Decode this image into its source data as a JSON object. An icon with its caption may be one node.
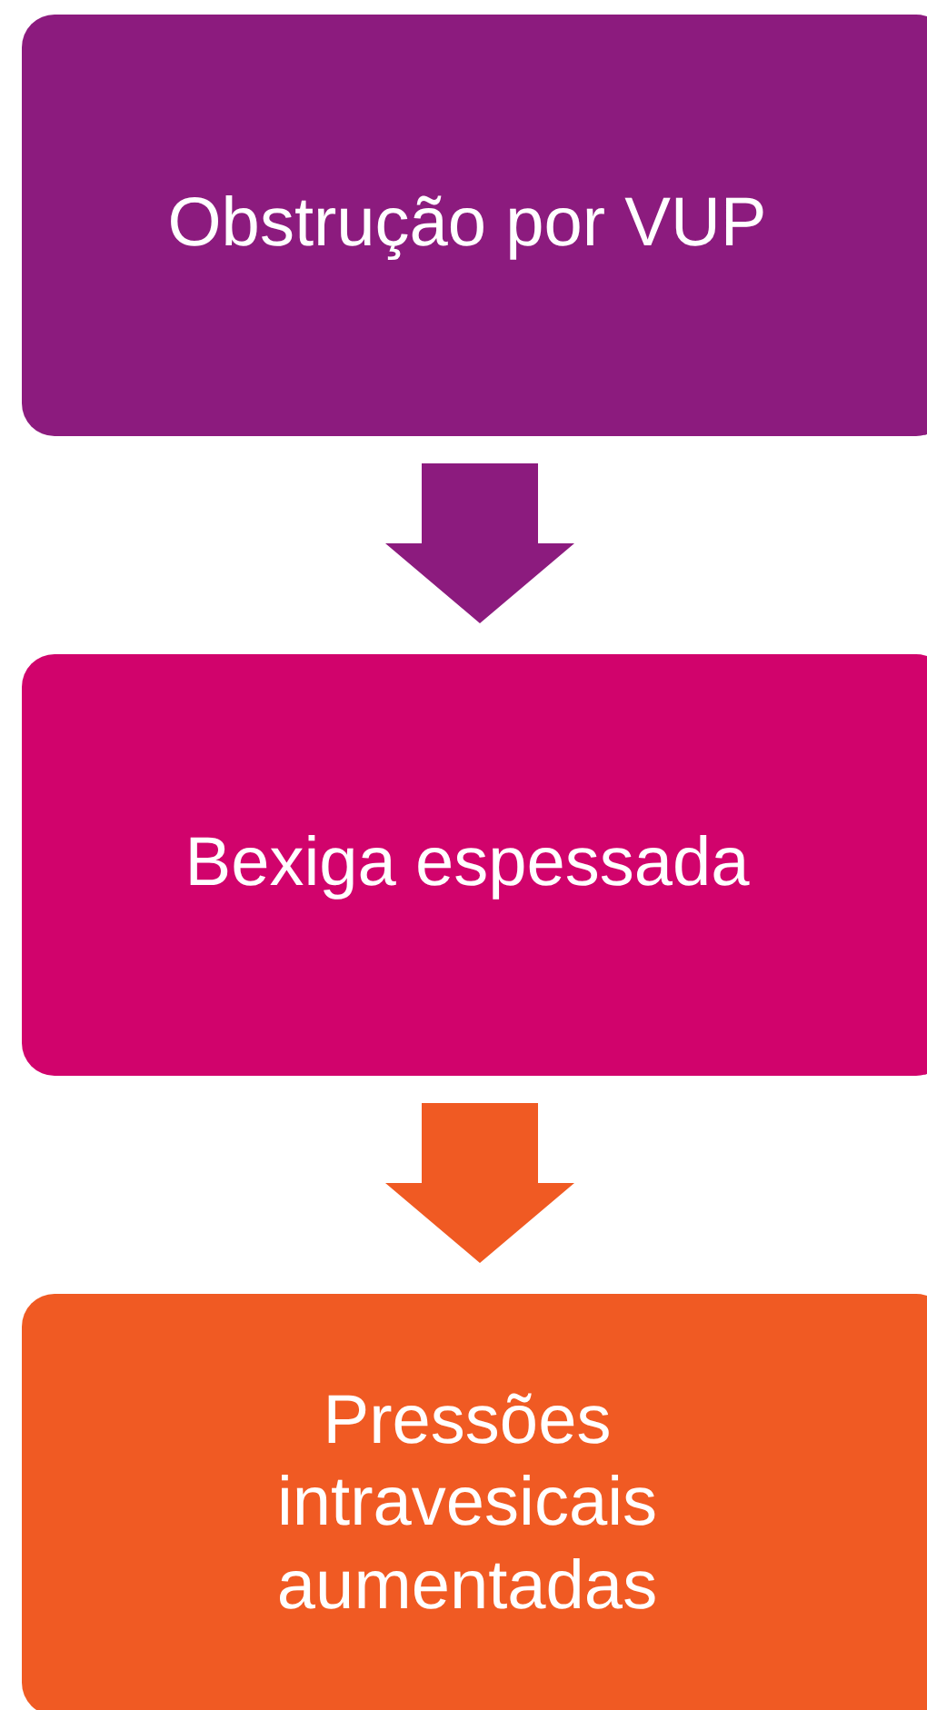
{
  "diagram": {
    "nodes": [
      {
        "text": [
          "Obstrução por VUP"
        ]
      },
      {
        "text": [
          "Bexiga espessada"
        ]
      },
      {
        "text": [
          "Pressões intravesicais aumentadas"
        ]
      }
    ],
    "edges": [
      {
        "from": 0,
        "to": 1,
        "arrow": "to",
        "color": "#8c1b7e"
      },
      {
        "from": 1,
        "to": 2,
        "arrow": "to",
        "color": "#f05a23"
      }
    ]
  }
}
